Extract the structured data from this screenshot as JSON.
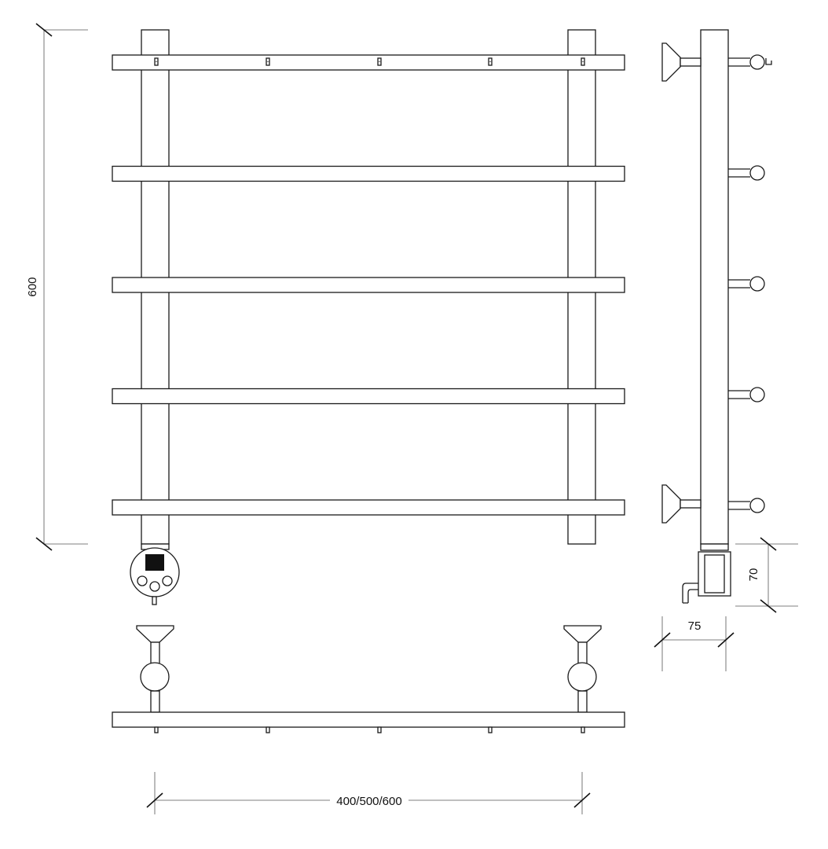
{
  "dimensions": {
    "height_label": "600",
    "width_label": "400/500/600",
    "connector_height_label": "70",
    "connector_depth_label": "75"
  },
  "views": {
    "front": {
      "crossbars": 5
    },
    "side": {
      "hooks": 5,
      "wall_brackets": 2
    },
    "top": {
      "brackets": 2,
      "bar_marks": 5
    }
  }
}
